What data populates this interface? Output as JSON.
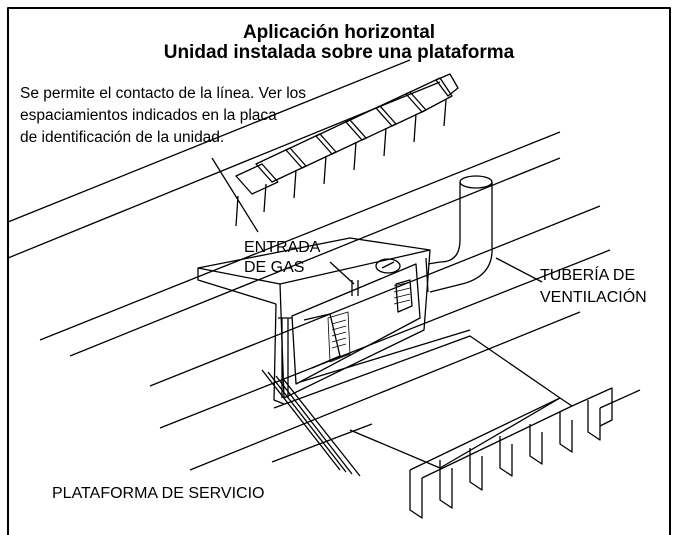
{
  "title_line1": "Aplicación horizontal",
  "title_line2": "Unidad instalada sobre una plataforma",
  "note": {
    "line1": "Se permite el contacto de la línea. Ver los",
    "line2": "espaciamientos indicados en la placa",
    "line3": "de identificación de la unidad."
  },
  "labels": {
    "gas_line1": "ENTRADA",
    "gas_line2": "DE GAS",
    "vent_line1": "TUBERÍA DE",
    "vent_line2": "VENTILACIÓN",
    "platform": "PLATAFORMA DE SERVICIO"
  }
}
